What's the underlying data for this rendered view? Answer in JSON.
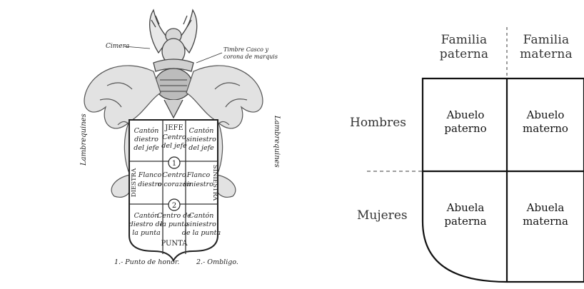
{
  "left_diagram": {
    "crest_label": "Cimera",
    "helmet_label": "Timbre Casco y corona de marquis",
    "helmet_label_line1": "Timbre Casco y",
    "helmet_label_line2": "corona de marquis",
    "mantling_left": "Lambrequines",
    "mantling_right": "Lambrequines",
    "shield_cells": {
      "top_left": [
        "Cantón",
        "diestro",
        "del jefe"
      ],
      "top_center_title": "JEFE",
      "top_center": [
        "Centro",
        "del jefe"
      ],
      "top_right": [
        "Cantón",
        "siniestro",
        "del jefe"
      ],
      "marker_1": "1",
      "side_left": "DIESTRA",
      "mid_left": [
        "Flanco",
        "diestro"
      ],
      "mid_center": [
        "Centro",
        "o corazón"
      ],
      "mid_right": [
        "Flanco",
        "siniestro"
      ],
      "side_right": "SINIESTRA",
      "marker_2": "2",
      "bot_left": [
        "Cantón",
        "diestro de",
        "la punta"
      ],
      "bot_center": [
        "Centro de",
        "la punta"
      ],
      "bot_center_title": "PUNTA",
      "bot_right": [
        "Cantón",
        "siniestro",
        "de la punta"
      ]
    },
    "footnote_1": "1.- Punto de honor.",
    "footnote_2": "2.- Ombligo."
  },
  "right_diagram": {
    "col_paterna": [
      "Familia",
      "paterna"
    ],
    "col_materna": [
      "Familia",
      "materna"
    ],
    "row_hombres": "Hombres",
    "row_mujeres": "Mujeres",
    "cells": {
      "abuelo_paterno": [
        "Abuelo",
        "paterno"
      ],
      "abuelo_materno": [
        "Abuelo",
        "materno"
      ],
      "abuela_paterna": [
        "Abuela",
        "paterna"
      ],
      "abuela_materna": [
        "Abuela",
        "materna"
      ]
    }
  }
}
